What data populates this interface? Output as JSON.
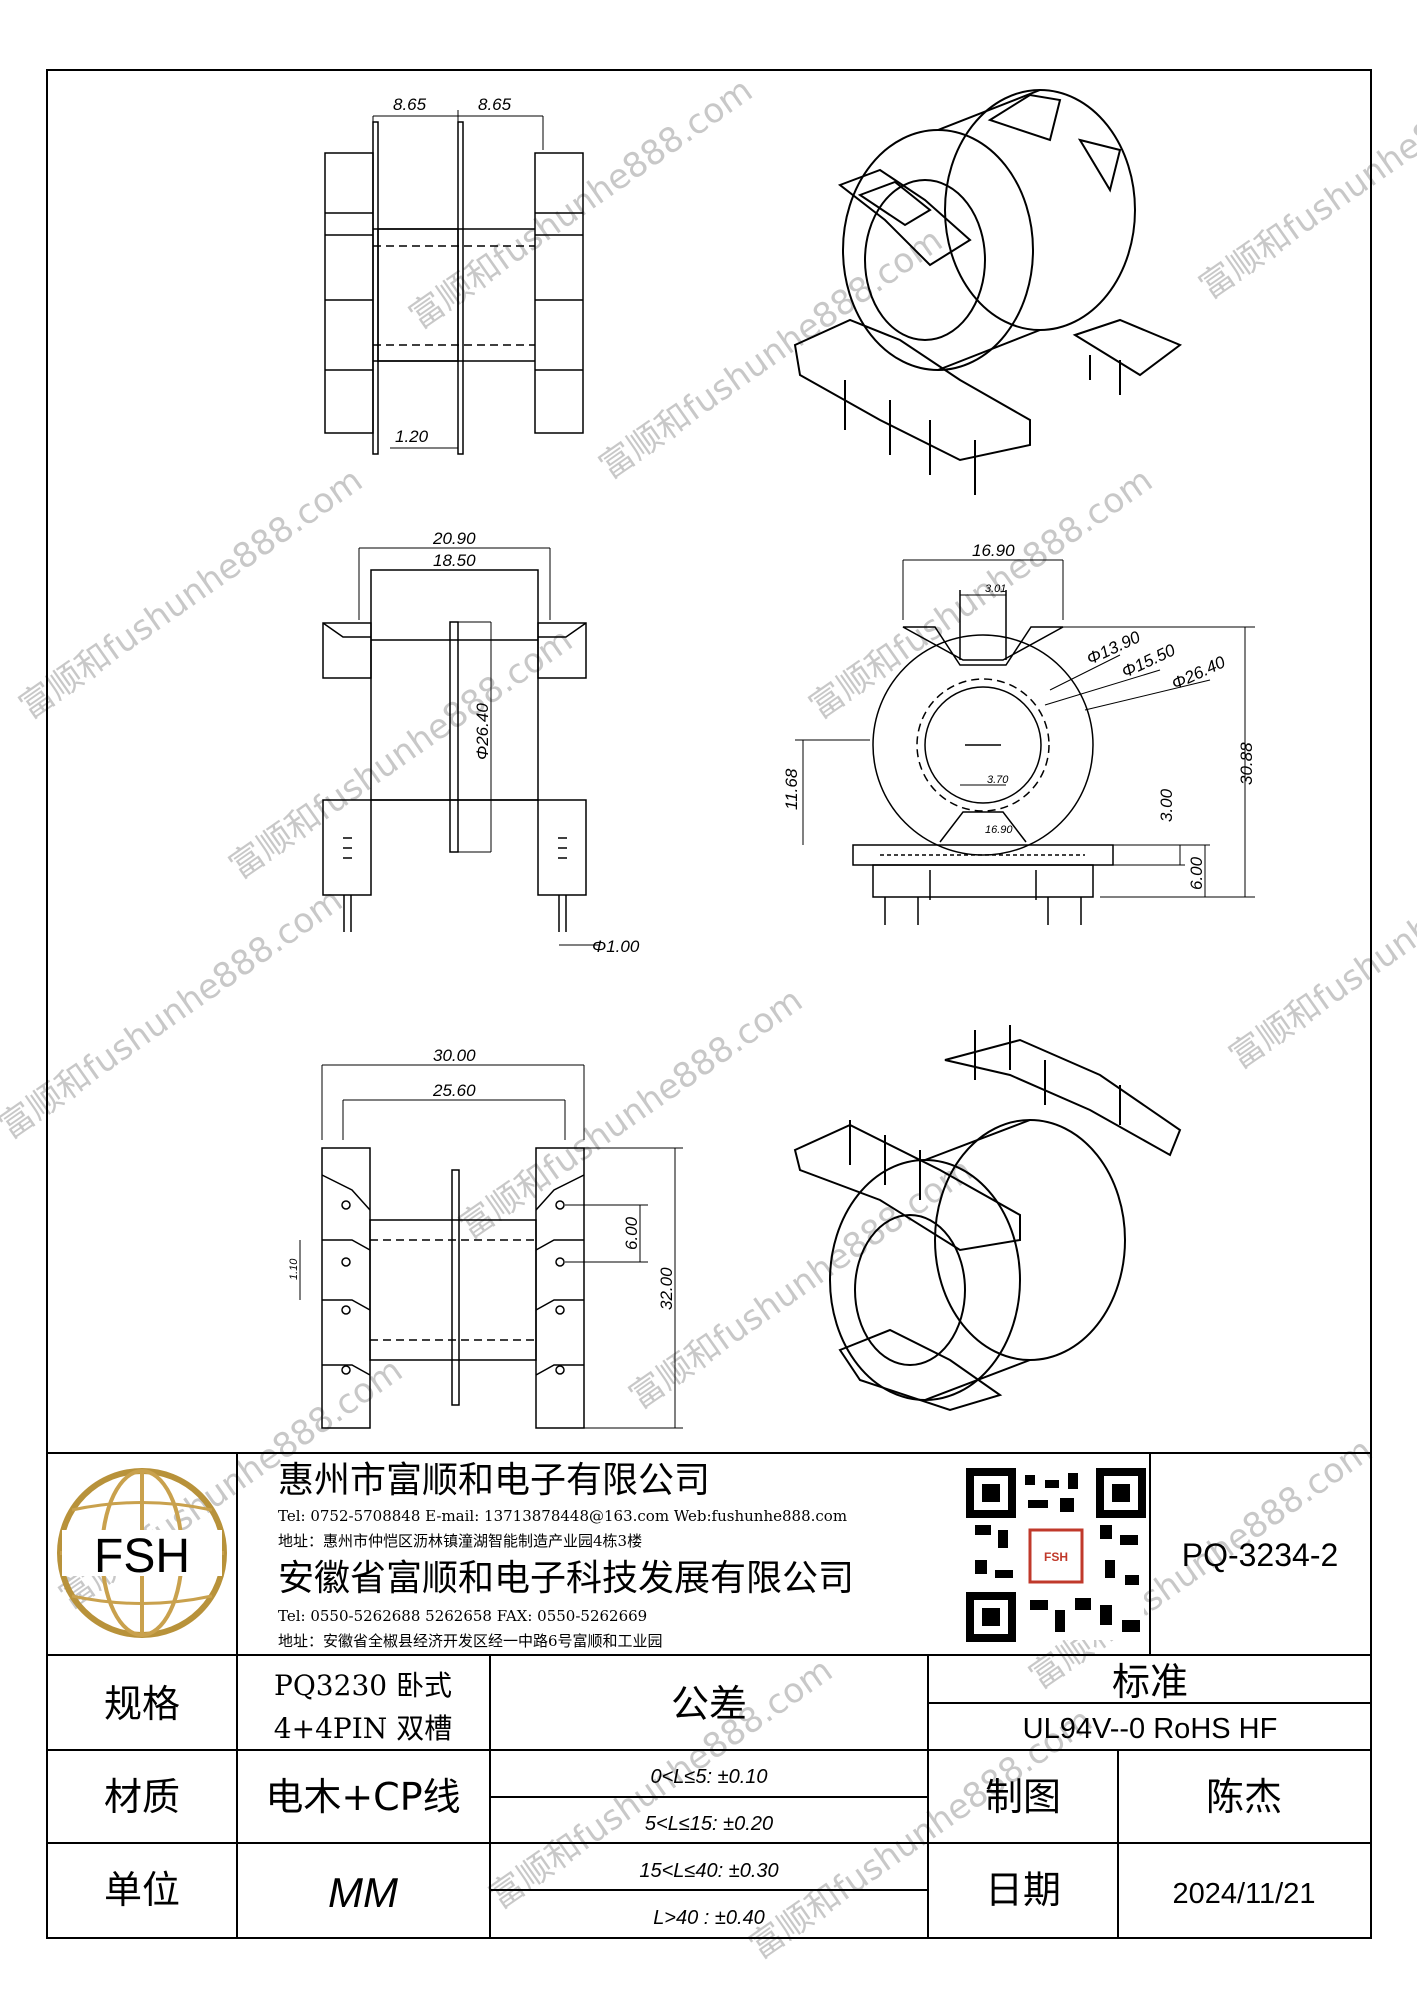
{
  "dimensions": {
    "side_view": {
      "left_width": "8.65",
      "right_width": "8.65",
      "flange_thickness": "1.20"
    },
    "top_view": {
      "overall_width": "20.90",
      "inner_width": "18.50",
      "core_diameter": "Φ26.40",
      "pin_diameter": "Φ1.00"
    },
    "front_view": {
      "width": "16.90",
      "slot_top": "3.01",
      "d_inner": "Φ13.90",
      "d_mid": "Φ15.50",
      "d_outer": "Φ26.40",
      "height": "11.68",
      "total_height": "30.88",
      "base_step": "3.00",
      "base_height": "6.00",
      "slot_bottom": "3.70",
      "base_inner": "16.90"
    },
    "bottom_view": {
      "overall_length": "30.00",
      "inner_length": "25.60",
      "pitch": "6.00",
      "total": "32.00",
      "pin_offset": "1.10"
    }
  },
  "watermark": {
    "text": "富顺和fushunhe888.com"
  },
  "logo": {
    "text": "FSH"
  },
  "company1": {
    "name": "惠州市富顺和电子有限公司",
    "contact": "Tel: 0752-5708848  E-mail: 13713878448@163.com  Web:fushunhe888.com",
    "address": "地址：惠州市仲恺区沥林镇潼湖智能制造产业园4栋3楼"
  },
  "company2": {
    "name": "安徽省富顺和电子科技发展有限公司",
    "contact": "Tel:   0550-5262688  5262658      FAX:  0550-5262669",
    "address": "地址：安徽省全椒县经济开发区经一中路6号富顺和工业园"
  },
  "qr": {
    "badge": "FSH"
  },
  "part_number": "PQ-3234-2",
  "table": {
    "spec_label": "规格",
    "spec_line1": "PQ3230 卧式",
    "spec_line2": "4+4PIN 双槽",
    "tolerance_label": "公差",
    "standard_label": "标准",
    "standard_value": "UL94V--0  RoHS HF",
    "material_label": "材质",
    "material_value": "电木+CP线",
    "tol1": "0<L≤5: ±0.10",
    "tol2": "5<L≤15: ±0.20",
    "tol3": "15<L≤40: ±0.30",
    "tol4": "L>40 :   ±0.40",
    "drawn_label": "制图",
    "drawn_value": "陈杰",
    "unit_label": "单位",
    "unit_value": "MM",
    "date_label": "日期",
    "date_value": "2024/11/21"
  },
  "colors": {
    "line": "#000000",
    "logo_gold": "#b8923a",
    "watermark": "#c8c8c8"
  }
}
